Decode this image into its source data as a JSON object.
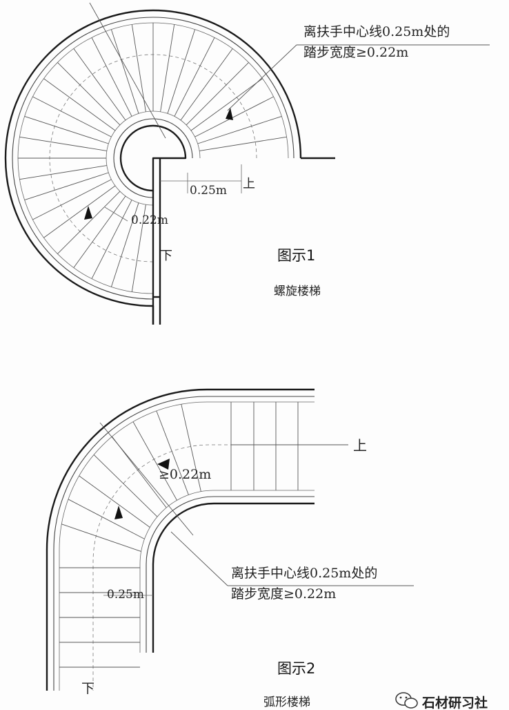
{
  "figure1": {
    "annotation_line1": "离扶手中心线0.25m处的",
    "annotation_line2": "踏步宽度≥0.22m",
    "dim_offset": "0.25m",
    "dim_tread": "0.22m",
    "label_up": "上",
    "label_down": "下",
    "caption": "图示1",
    "subtitle": "螺旋楼梯"
  },
  "figure2": {
    "annotation_line1": "离扶手中心线0.25m处的",
    "annotation_line2": "踏步宽度≥0.22m",
    "dim_offset": "0.25m",
    "dim_tread": "≥0.22m",
    "label_up": "上",
    "label_down": "下",
    "caption": "图示2",
    "subtitle": "弧形楼梯"
  },
  "watermark": {
    "text": "石材研习社",
    "icon": "wechat-icon"
  }
}
